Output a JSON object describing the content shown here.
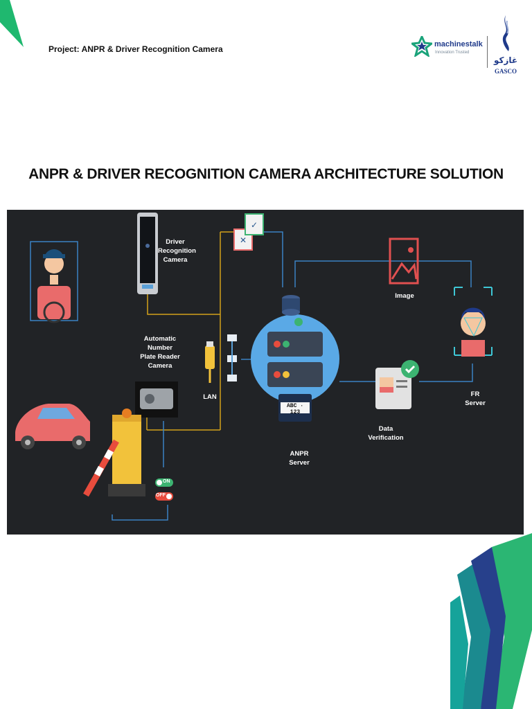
{
  "header": {
    "project_label": "Project: ANPR & Driver Recognition Camera",
    "brand_machinestalk": "machinestalk",
    "brand_machinestalk_tagline": "Innovation Trusted",
    "brand_gasco_arabic": "غازكو",
    "brand_gasco": "GASCO"
  },
  "title": "ANPR & DRIVER RECOGNITION CAMERA ARCHITECTURE SOLUTION",
  "diagram": {
    "driver_camera_label_1": "Driver",
    "driver_camera_label_2": "Recognition",
    "driver_camera_label_3": "Camera",
    "anpr_camera_label_1": "Automatic",
    "anpr_camera_label_2": "Number",
    "anpr_camera_label_3": "Plate Reader",
    "anpr_camera_label_4": "Camera",
    "lan_label": "LAN",
    "image_label": "Image",
    "fr_server_label_1": "FR",
    "fr_server_label_2": "Server",
    "data_verification_label_1": "Data",
    "data_verification_label_2": "Verification",
    "anpr_server_label_1": "ANPR",
    "anpr_server_label_2": "Server",
    "plate_text": "ABC · 123",
    "switch_on": "ON",
    "switch_off": "OFF"
  },
  "colors": {
    "panel_bg": "#212326",
    "connector_gold": "#d4a21a",
    "connector_blue": "#3b82c4",
    "server_circle": "#5aa9e6",
    "brand_green": "#1aa37a",
    "brand_navy": "#1f3a8a"
  }
}
